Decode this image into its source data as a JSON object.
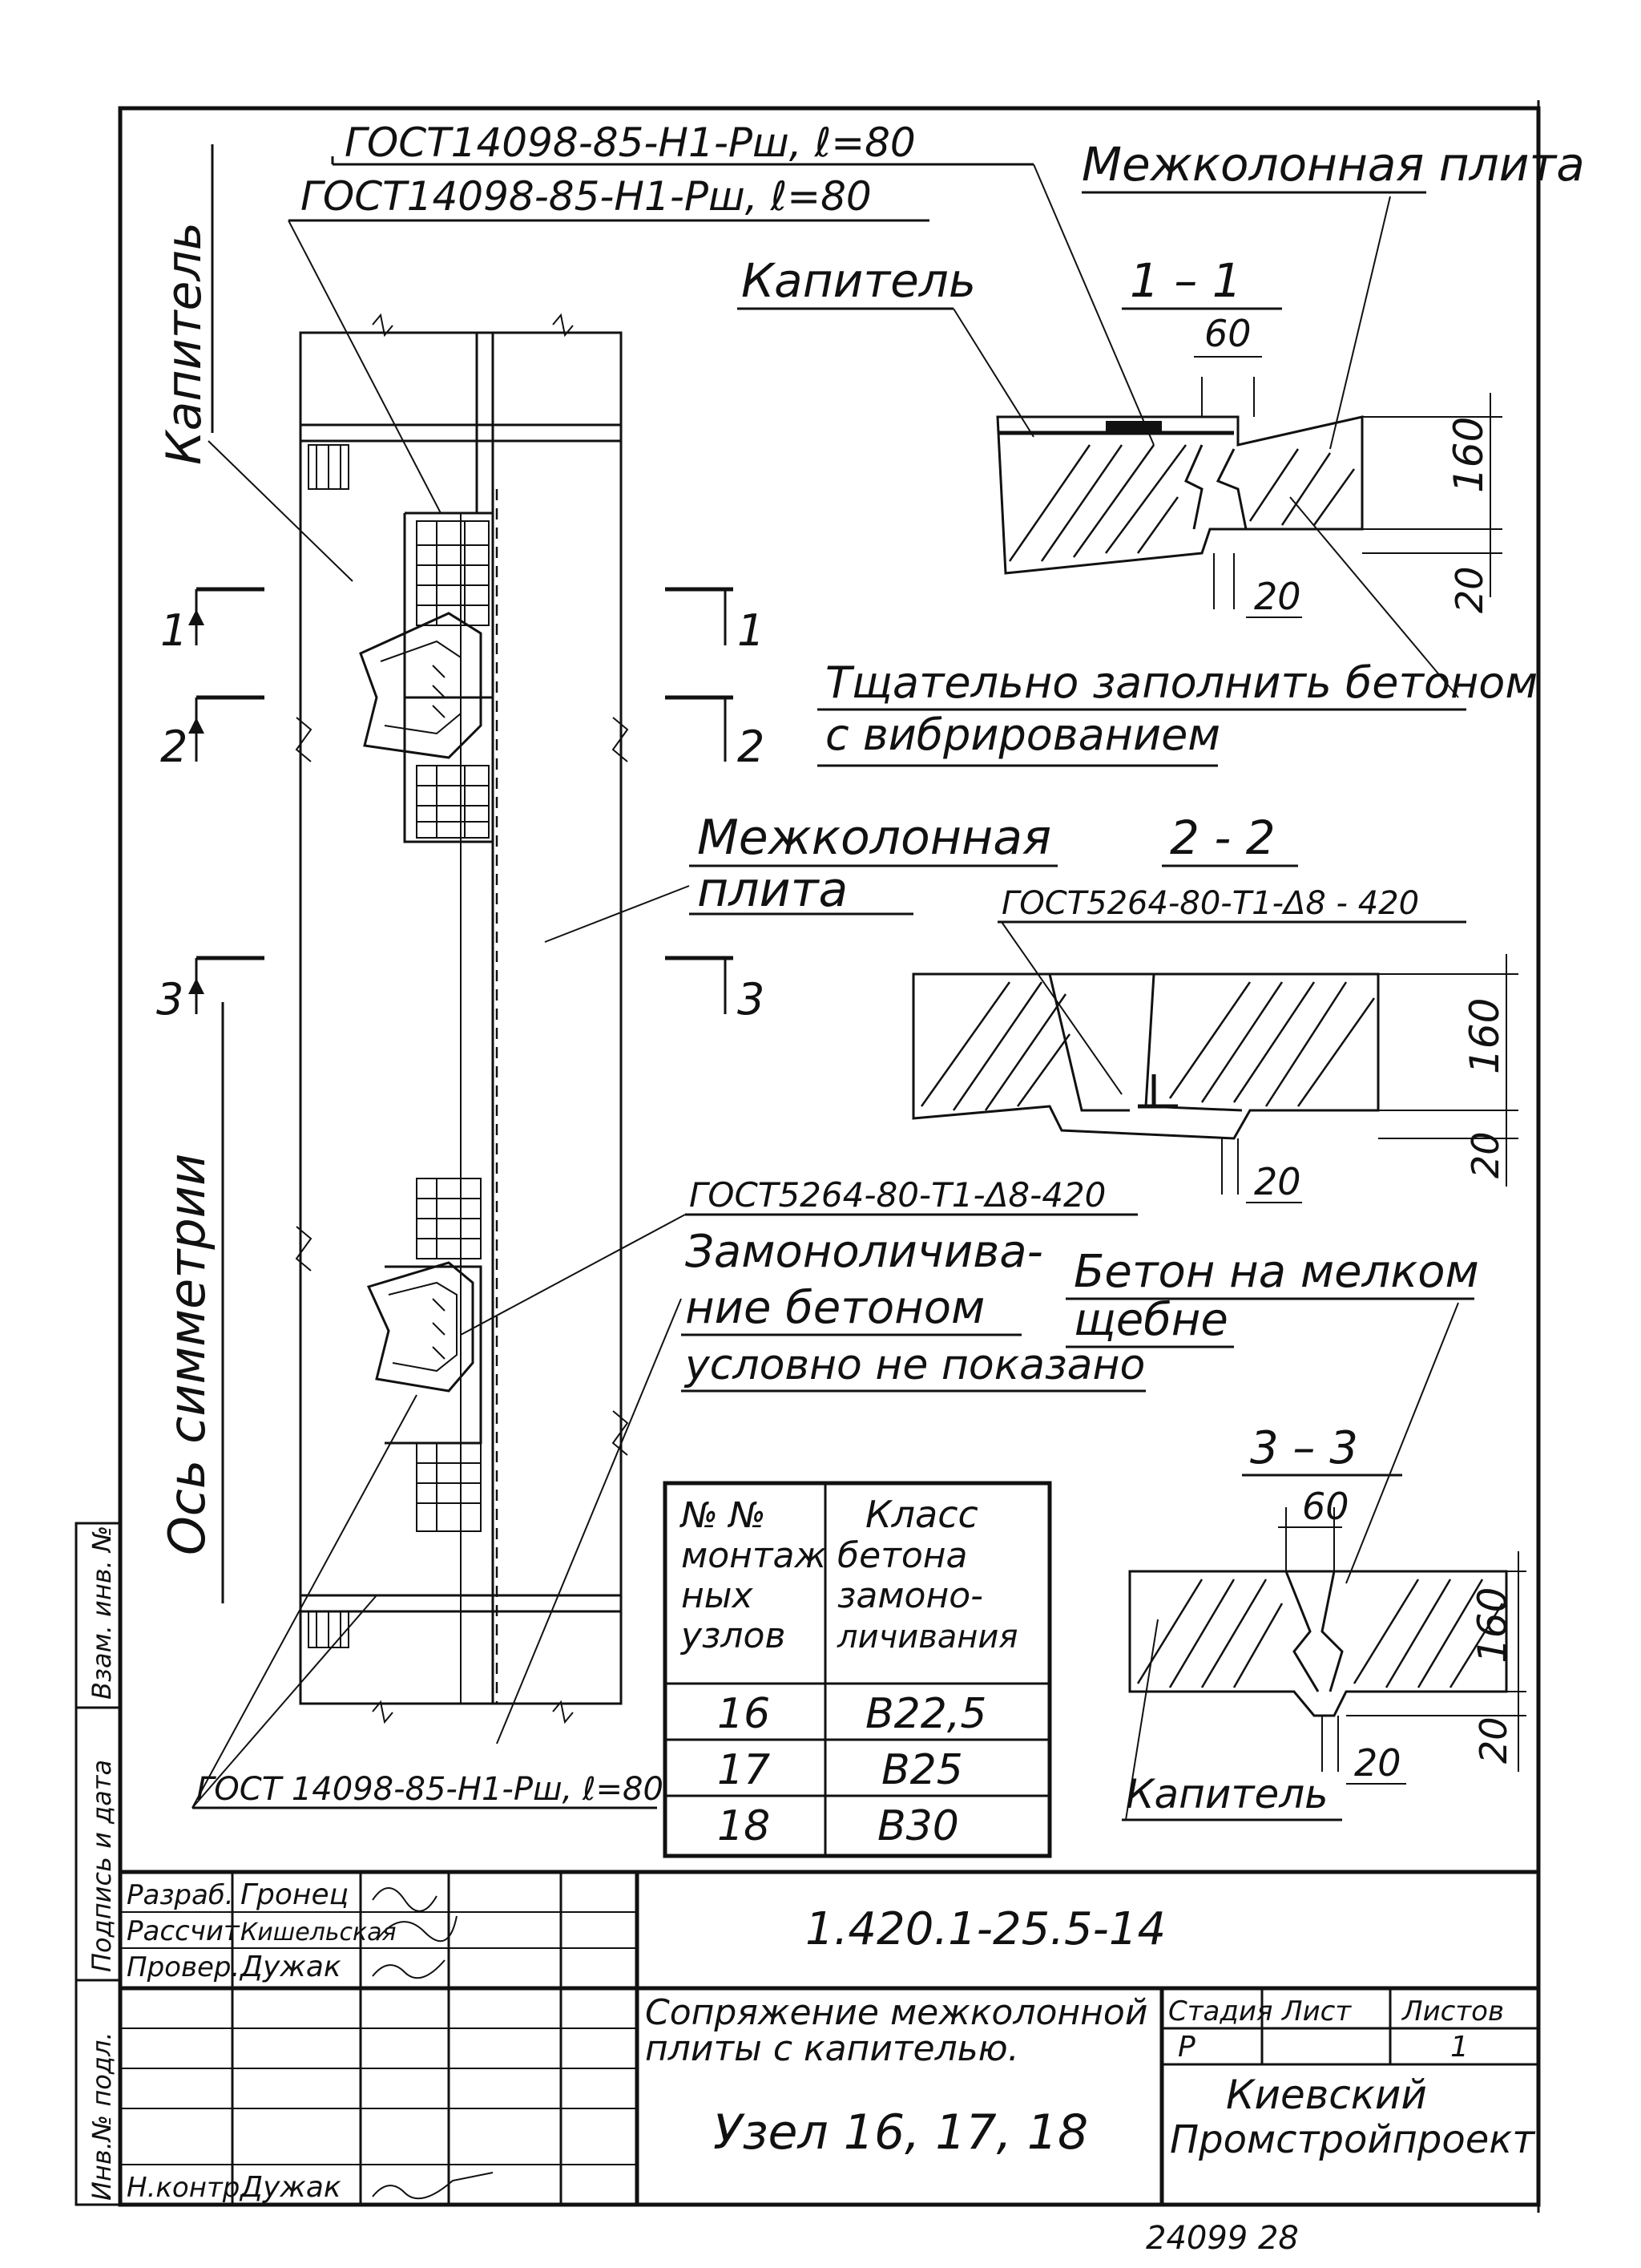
{
  "header": {
    "gost_weld_1": "ГОСТ14098-85-Н1-Рш, ℓ=80",
    "gost_weld_2": "ГОСТ14098-85-Н1-Рш, ℓ=80",
    "interslab_top": "Межколонная плита",
    "capital_label": "Капитель",
    "section_1_1": "1 – 1",
    "dim_60_top": "60",
    "dim_160_top": "160",
    "dim_20_top_h": "20",
    "dim_20_top_v": "20"
  },
  "left": {
    "capital_vertical": "Капитель",
    "axis_vertical": "Ось симметрии",
    "cut_1_left": "1",
    "cut_1_right": "1",
    "cut_2_left": "2",
    "cut_2_right": "2",
    "cut_3_left": "3",
    "cut_3_right": "3"
  },
  "notes": {
    "fill_concrete": "Тщательно заполнить бетоном",
    "with_vibration": "с вибрированием",
    "interslab_mid_1": "Межколонная",
    "interslab_mid_2": "плита",
    "section_2_2": "2 - 2",
    "gost_weld_3": "ГОСТ5264-80-Т1-Δ8 - 420",
    "dim_160_mid": "160",
    "dim_20_mid_v": "20",
    "dim_20_mid_h": "20",
    "gost_weld_4": "ГОСТ5264-80-Т1-Δ8-420",
    "monolith_1": "Замоноличива-",
    "monolith_2": "ние бетоном",
    "monolith_3": "условно не показано",
    "fine_concrete_1": "Бетон на мелком",
    "fine_concrete_2": "щебне",
    "section_3_3": "3 – 3",
    "dim_60_low": "60",
    "dim_160_low": "160",
    "dim_20_low_v": "20",
    "dim_20_low_h": "20",
    "capital_low": "Капитель",
    "gost_weld_5": "ГОСТ 14098-85-Н1-Рш, ℓ=80"
  },
  "table": {
    "header_left": [
      "№ №",
      "монтаж",
      "ных",
      "узлов"
    ],
    "header_right": [
      "Класс",
      "бетона",
      "замоно-",
      "личивания"
    ],
    "rows": [
      {
        "node": "16",
        "grade": "В22,5"
      },
      {
        "node": "17",
        "grade": "В25"
      },
      {
        "node": "18",
        "grade": "В30"
      }
    ]
  },
  "titleblock": {
    "code": "1.420.1-25.5-14",
    "role_1": "Разраб.",
    "role_2": "Рассчит.",
    "role_3": "Провер.",
    "role_4": "Н.контр.",
    "name_1": "Гронец",
    "name_2": "Кишельская",
    "name_3": "Дужак",
    "name_4": "Дужак",
    "desc_1": "Сопряжение межколонной",
    "desc_2": "плиты с капителью.",
    "node_title": "Узел 16, 17, 18",
    "stage_h": "Стадия",
    "sheet_h": "Лист",
    "sheets_h": "Листов",
    "stage_v": "Р",
    "sheets_v": "1",
    "org_1": "Киевский",
    "org_2": "Промстройпроект",
    "side_1": "Инв.№ подл.",
    "side_2": "Подпись и дата",
    "side_3": "Взам. инв. №",
    "footer": "24099 28"
  }
}
